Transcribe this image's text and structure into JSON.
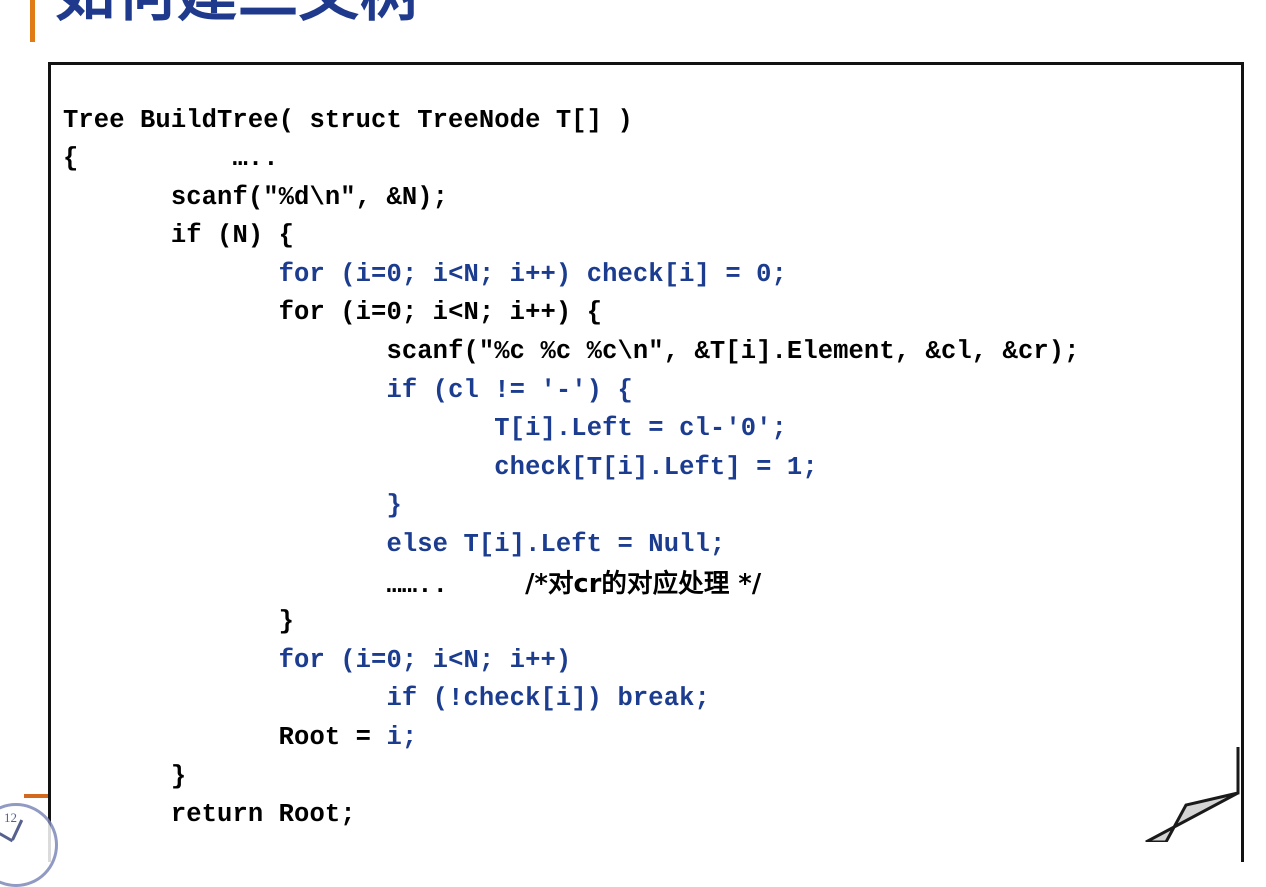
{
  "slide": {
    "title": "如何建二叉树",
    "accent_color": "#E07B15",
    "title_color": "#1F3A8C",
    "code_blue": "#1B3C8F",
    "code_black": "#000000",
    "background": "#ffffff"
  },
  "code": {
    "language": "c",
    "lines": [
      {
        "indent": 0,
        "segments": [
          {
            "text": "Tree BuildTree( struct TreeNode T[] )",
            "color": "black"
          }
        ]
      },
      {
        "indent": 0,
        "segments": [
          {
            "text": "{",
            "color": "black"
          },
          {
            "text": "          ",
            "color": "black"
          },
          {
            "text": "…..",
            "color": "black"
          }
        ]
      },
      {
        "indent": 1,
        "segments": [
          {
            "text": "scanf(\"%d\\n\", &N);",
            "color": "black"
          }
        ]
      },
      {
        "indent": 1,
        "segments": [
          {
            "text": "if (N) {",
            "color": "black"
          }
        ]
      },
      {
        "indent": 2,
        "segments": [
          {
            "text": "for (i=0; i<N; i++) check[i] = 0;",
            "color": "blue"
          }
        ]
      },
      {
        "indent": 2,
        "segments": [
          {
            "text": "for (i=0; i<N; i++) {",
            "color": "black"
          }
        ]
      },
      {
        "indent": 3,
        "segments": [
          {
            "text": "scanf(\"%c %c %c\\n\", &T[i].Element, &cl, &cr);",
            "color": "black"
          }
        ]
      },
      {
        "indent": 3,
        "segments": [
          {
            "text": "if (cl != '-') {",
            "color": "blue"
          }
        ]
      },
      {
        "indent": 4,
        "segments": [
          {
            "text": "T[i].Left = cl-'0';",
            "color": "blue"
          }
        ]
      },
      {
        "indent": 4,
        "segments": [
          {
            "text": "check[T[i].Left] = 1;",
            "color": "blue"
          }
        ]
      },
      {
        "indent": 3,
        "segments": [
          {
            "text": "}",
            "color": "blue"
          }
        ]
      },
      {
        "indent": 3,
        "segments": [
          {
            "text": "else T[i].Left = Null;",
            "color": "blue"
          }
        ]
      },
      {
        "indent": 3,
        "segments": [
          {
            "text": "……..",
            "color": "black"
          },
          {
            "text": "     ",
            "color": "black"
          },
          {
            "text": "/*对cr的对应处理 */",
            "color": "black",
            "cjk": true
          }
        ]
      },
      {
        "indent": 2,
        "segments": [
          {
            "text": "}",
            "color": "black"
          }
        ]
      },
      {
        "indent": 2,
        "segments": [
          {
            "text": "for (i=0; i<N; i++)",
            "color": "blue"
          }
        ]
      },
      {
        "indent": 3,
        "segments": [
          {
            "text": "if (!check[i]) break;",
            "color": "blue"
          }
        ]
      },
      {
        "indent": 2,
        "segments": [
          {
            "text": "Root = ",
            "color": "black"
          },
          {
            "text": "i;",
            "color": "blue"
          }
        ]
      },
      {
        "indent": 1,
        "segments": [
          {
            "text": "}",
            "color": "black"
          }
        ]
      },
      {
        "indent": 1,
        "segments": [
          {
            "text": "return Root;",
            "color": "black"
          }
        ]
      }
    ],
    "indent_unit": "       "
  },
  "decorations": {
    "clock_numeral": "12",
    "orange_rule_color": "#D2691E",
    "page_fold_fill": "#D4D4D4",
    "page_fold_stroke": "#1A1A1A"
  }
}
